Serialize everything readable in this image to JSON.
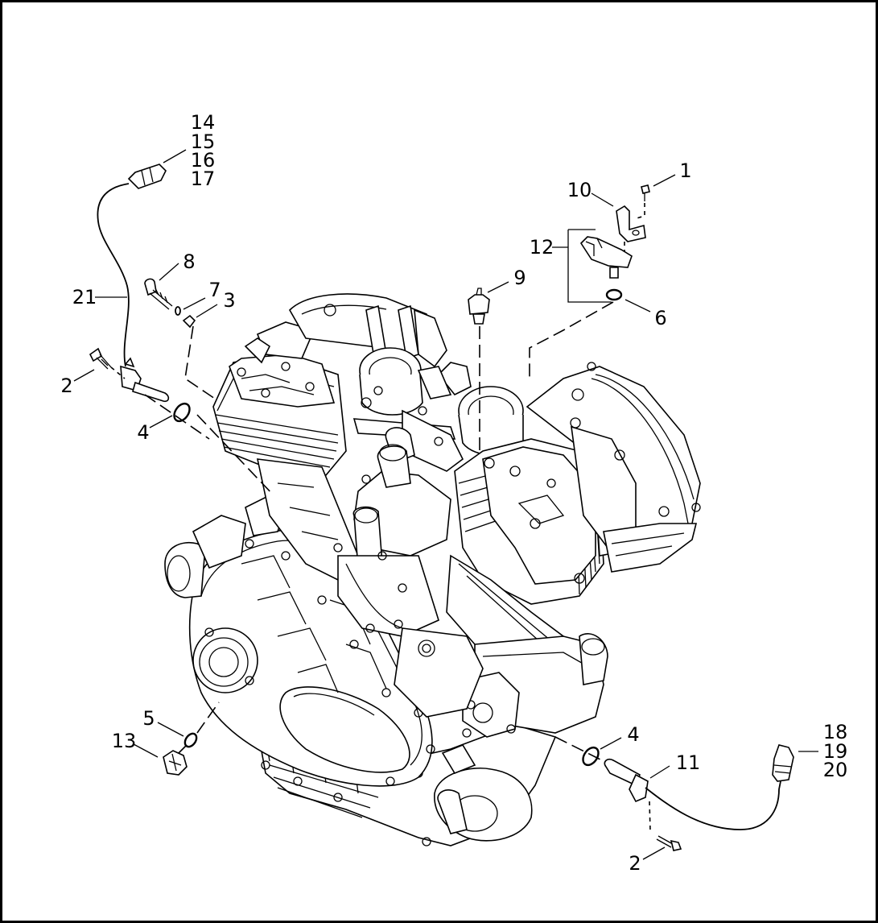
{
  "callouts": {
    "c1": "1",
    "c10": "10",
    "c12": "12",
    "c6": "6",
    "c9": "9",
    "c14": "14",
    "c15": "15",
    "c16": "16",
    "c17": "17",
    "c8": "8",
    "c7": "7",
    "c3": "3",
    "c21": "21",
    "c2a": "2",
    "c4a": "4",
    "c5": "5",
    "c13": "13",
    "c4b": "4",
    "c11": "11",
    "c18": "18",
    "c19": "19",
    "c20": "20",
    "c2b": "2"
  },
  "icons": {
    "engine": "v-twin-engine-illustration",
    "sensor": "sensor-icon",
    "o_ring": "o-ring-icon",
    "screw": "screw-icon",
    "connector": "connector-icon",
    "bracket": "bracket-icon",
    "switch": "pressure-switch-icon"
  }
}
